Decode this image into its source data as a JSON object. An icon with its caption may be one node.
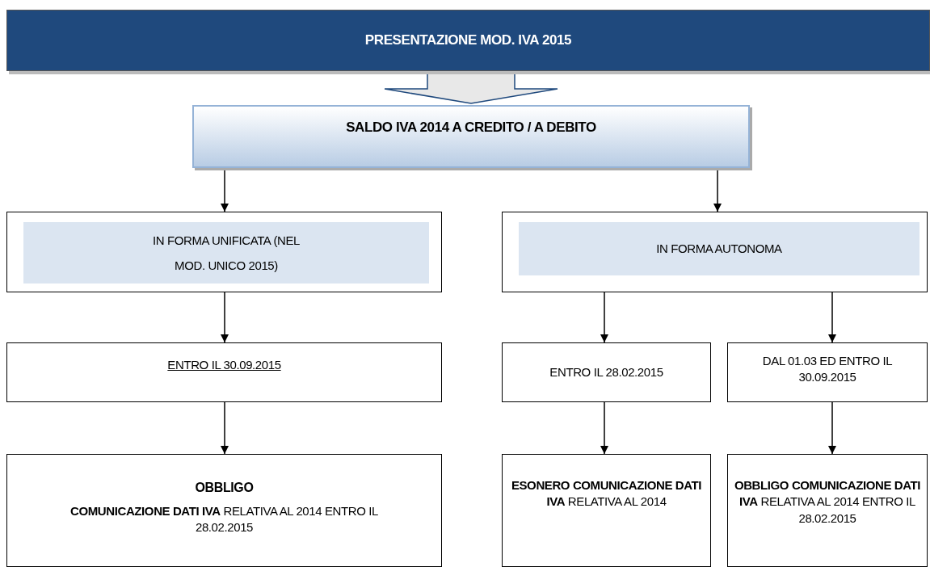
{
  "diagram": {
    "nodes": [
      {
        "text": [
          "PRESENTAZIONE MOD. IVA 2015"
        ]
      },
      {
        "text": [
          "SALDO IVA 2014 A CREDITO / A DEBITO"
        ]
      },
      {
        "text": [
          "IN FORMA UNIFICATA (NEL MOD. UNICO 2015)"
        ]
      },
      {
        "text": [
          "IN FORMA AUTONOMA"
        ]
      },
      {
        "text": [
          "ENTRO IL 30.09.2015"
        ]
      },
      {
        "text": [
          "ENTRO IL 28.02.2015"
        ]
      },
      {
        "text": [
          "DAL 01.03 ED ENTRO IL 30.09.2015"
        ]
      },
      {
        "text": [
          "OBBLIGO",
          "**COMUNICAZIONE DATI IVA** RELATIVA AL 2014 ENTRO IL 28.02.2015"
        ]
      },
      {
        "text": [
          "**ESONERO COMUNICAZIONE DATI IVA** RELATIVA AL 2014"
        ]
      },
      {
        "text": [
          "**OBBLIGO COMUNICAZIONE DATI IVA** RELATIVA AL 2014 ENTRO IL 28.02.2015"
        ]
      }
    ],
    "edges": [
      {
        "from": 0,
        "to": 1,
        "arrow": "to",
        "style": "thick"
      },
      {
        "from": 1,
        "to": 2,
        "arrow": "to"
      },
      {
        "from": 1,
        "to": 3,
        "arrow": "to"
      },
      {
        "from": 2,
        "to": 4,
        "arrow": "to"
      },
      {
        "from": 3,
        "to": 5,
        "arrow": "to"
      },
      {
        "from": 3,
        "to": 6,
        "arrow": "to"
      },
      {
        "from": 4,
        "to": 7,
        "arrow": "to"
      },
      {
        "from": 5,
        "to": 8,
        "arrow": "to"
      },
      {
        "from": 6,
        "to": 9,
        "arrow": "to"
      }
    ]
  }
}
